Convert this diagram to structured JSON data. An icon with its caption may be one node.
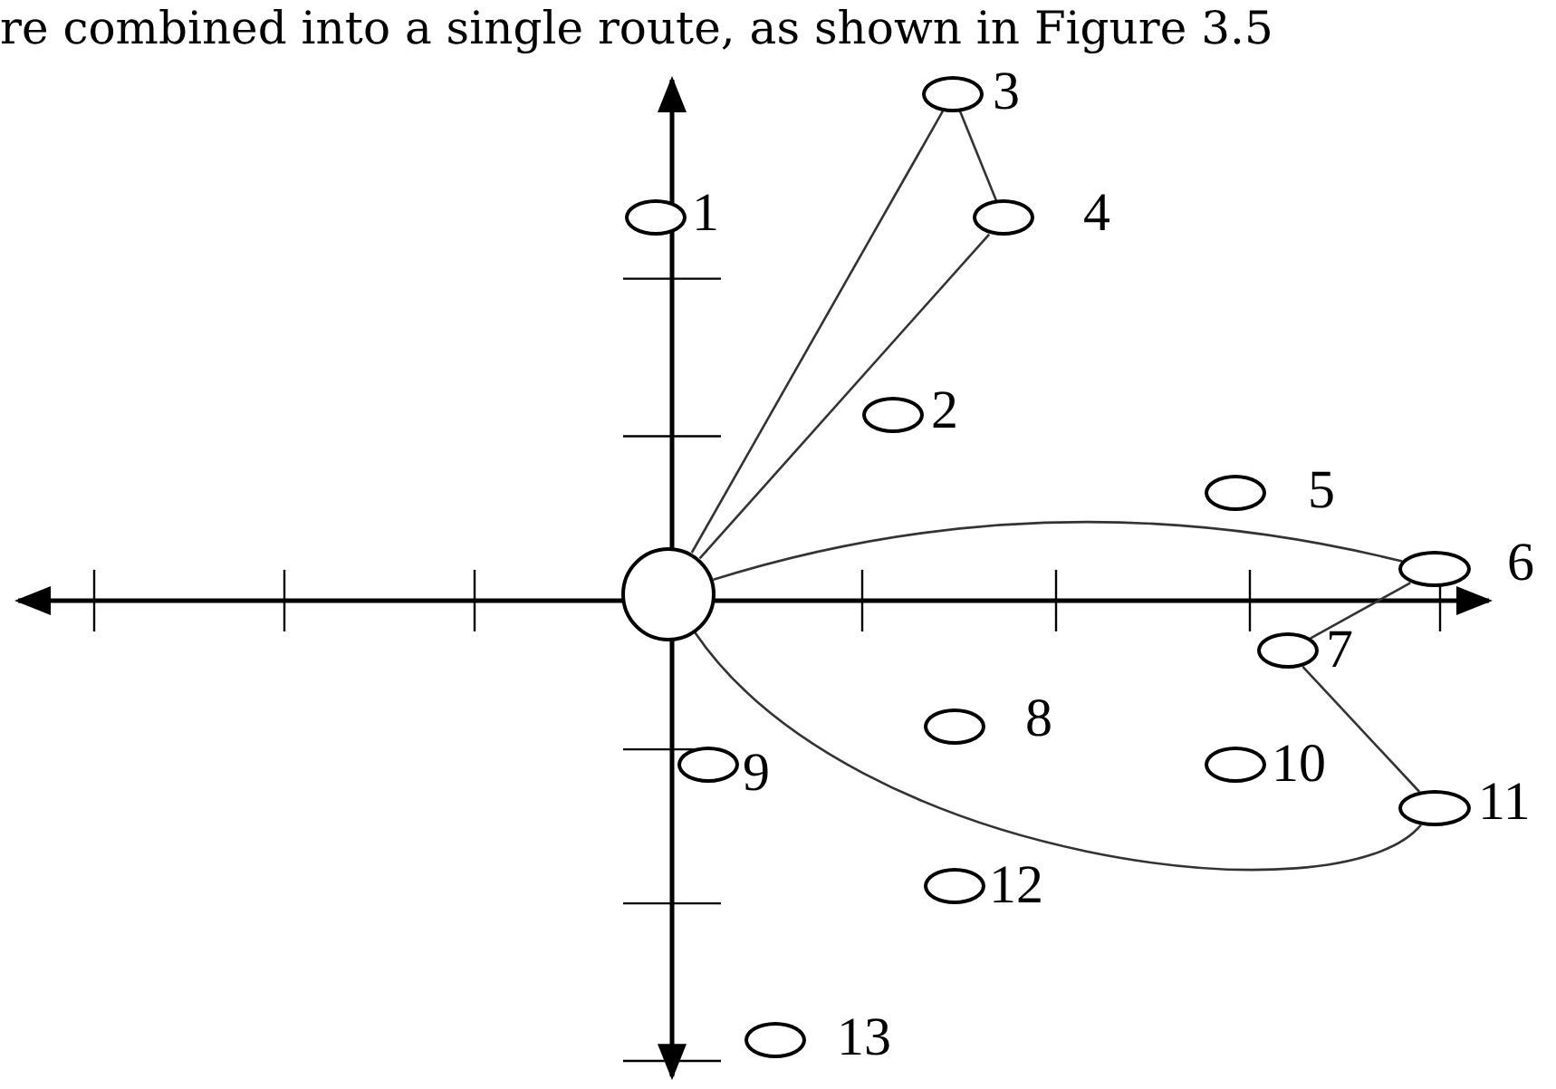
{
  "diagram": {
    "nodes": [
      {
        "text": [],
        "shape": "circle"
      },
      {
        "text": [],
        "shape": "ellipse",
        "beside": [
          "1"
        ]
      },
      {
        "text": [],
        "shape": "ellipse",
        "beside": [
          "2"
        ]
      },
      {
        "text": [],
        "shape": "ellipse",
        "beside": [
          "3"
        ]
      },
      {
        "text": [],
        "shape": "ellipse",
        "beside": [
          "4"
        ]
      },
      {
        "text": [],
        "shape": "ellipse",
        "beside": [
          "5"
        ]
      },
      {
        "text": [],
        "shape": "ellipse",
        "beside": [
          "6"
        ]
      },
      {
        "text": [],
        "shape": "ellipse",
        "beside": [
          "7"
        ]
      },
      {
        "text": [],
        "shape": "ellipse",
        "beside": [
          "8"
        ]
      },
      {
        "text": [],
        "shape": "ellipse",
        "beside": [
          "9"
        ]
      },
      {
        "text": [],
        "shape": "ellipse",
        "beside": [
          "10"
        ]
      },
      {
        "text": [],
        "shape": "ellipse",
        "beside": [
          "11"
        ]
      },
      {
        "text": [],
        "shape": "ellipse",
        "beside": [
          "12"
        ]
      },
      {
        "text": [],
        "shape": "ellipse",
        "beside": [
          "13"
        ]
      }
    ],
    "edges": [
      {
        "from": 0,
        "to": 3,
        "arrow": "none"
      },
      {
        "from": 3,
        "to": 4,
        "arrow": "none"
      },
      {
        "from": 4,
        "to": 0,
        "arrow": "none"
      },
      {
        "from": 0,
        "to": 6,
        "arrow": "none"
      },
      {
        "from": 6,
        "to": 7,
        "arrow": "none"
      },
      {
        "from": 7,
        "to": 11,
        "arrow": "none"
      },
      {
        "from": 11,
        "to": 0,
        "arrow": "none"
      }
    ],
    "labels": [
      "re combined into a single route, as shown in Figure 3.5"
    ]
  }
}
